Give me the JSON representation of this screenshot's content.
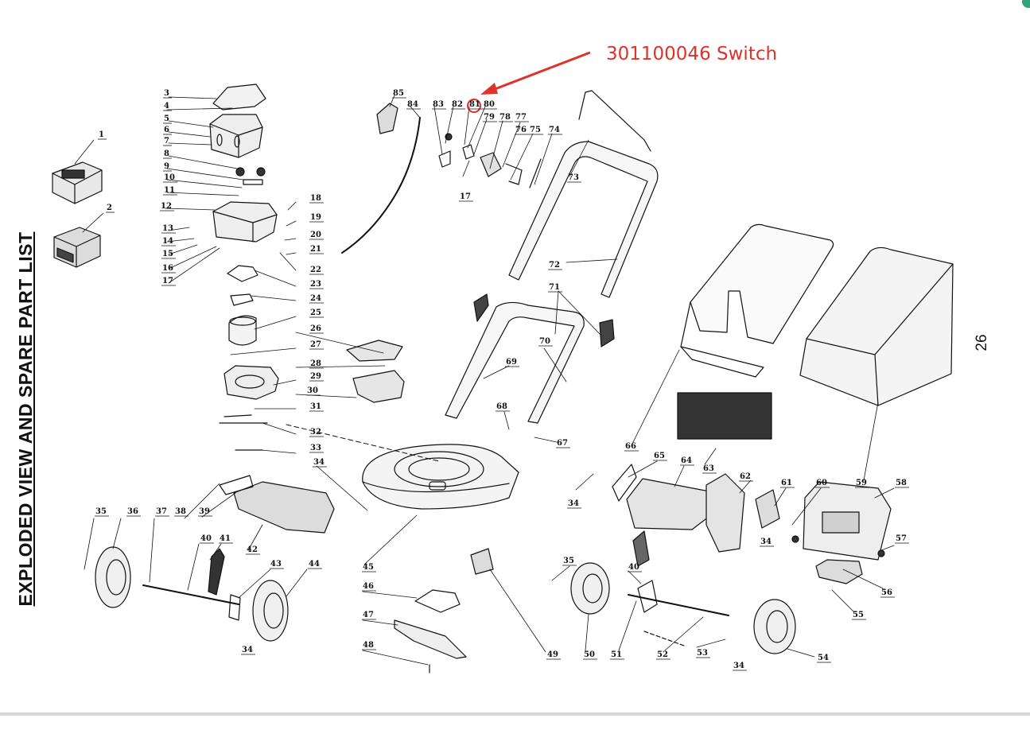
{
  "title": "EXPLODED VIEW AND SPARE PART LIST",
  "page_number": "26",
  "callout": {
    "text": "301100046 Switch",
    "highlighted_part": "81",
    "color": "#e0312b"
  },
  "part_numbers": [
    "1",
    "2",
    "3",
    "4",
    "5",
    "6",
    "7",
    "8",
    "9",
    "10",
    "11",
    "12",
    "13",
    "14",
    "15",
    "16",
    "17",
    "18",
    "19",
    "20",
    "21",
    "22",
    "23",
    "24",
    "25",
    "26",
    "27",
    "28",
    "29",
    "30",
    "31",
    "32",
    "33",
    "34",
    "35",
    "36",
    "37",
    "38",
    "39",
    "40",
    "41",
    "42",
    "43",
    "44",
    "45",
    "46",
    "47",
    "48",
    "49",
    "50",
    "51",
    "52",
    "53",
    "54",
    "55",
    "56",
    "57",
    "58",
    "59",
    "60",
    "61",
    "62",
    "63",
    "64",
    "65",
    "66",
    "67",
    "68",
    "69",
    "70",
    "71",
    "72",
    "73",
    "74",
    "75",
    "76",
    "77",
    "78",
    "79",
    "80",
    "81",
    "82",
    "83",
    "84",
    "85"
  ]
}
